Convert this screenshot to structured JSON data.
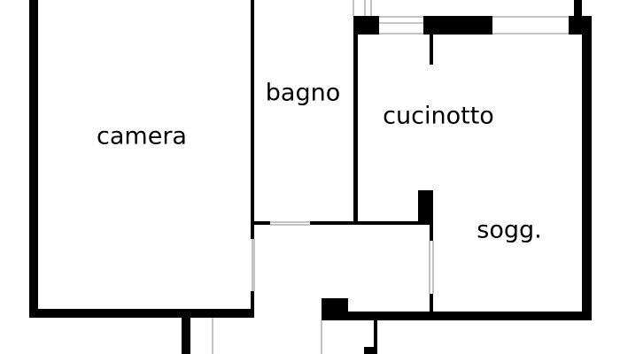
{
  "rooms": [
    {
      "id": "camera",
      "label": "camera"
    },
    {
      "id": "bagno",
      "label": "bagno"
    },
    {
      "id": "cucinotto",
      "label": "cucinotto"
    },
    {
      "id": "soggiorno",
      "label": "sogg."
    }
  ],
  "colors": {
    "wall": "#000000",
    "window": "#888888",
    "background": "#ffffff"
  }
}
